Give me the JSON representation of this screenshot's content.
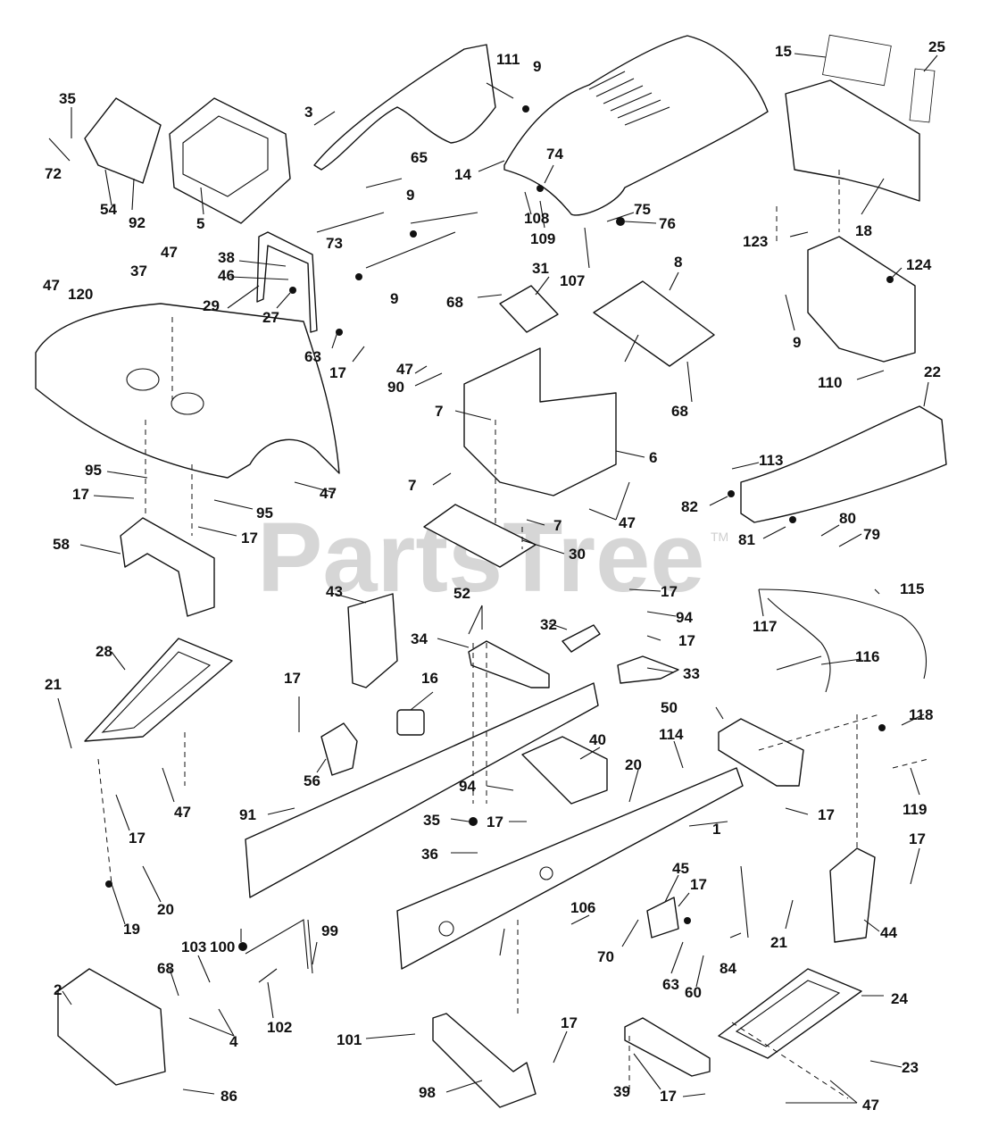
{
  "watermark": {
    "text": "PartsTree",
    "trademark": "TM"
  },
  "callouts": {
    "c1": "1",
    "c2": "2",
    "c3": "3",
    "c4": "4",
    "c5": "5",
    "c6": "6",
    "c7": "7",
    "c8": "8",
    "c9": "9",
    "c14": "14",
    "c15": "15",
    "c16": "16",
    "c17": "17",
    "c18": "18",
    "c19": "19",
    "c20": "20",
    "c21": "21",
    "c22": "22",
    "c23": "23",
    "c24": "24",
    "c25": "25",
    "c27": "27",
    "c28": "28",
    "c29": "29",
    "c30": "30",
    "c31": "31",
    "c32": "32",
    "c33": "33",
    "c34": "34",
    "c35": "35",
    "c36": "36",
    "c37": "37",
    "c38": "38",
    "c39": "39",
    "c40": "40",
    "c43": "43",
    "c44": "44",
    "c45": "45",
    "c46": "46",
    "c47": "47",
    "c50": "50",
    "c52": "52",
    "c54": "54",
    "c56": "56",
    "c58": "58",
    "c60": "60",
    "c63": "63",
    "c65": "65",
    "c68": "68",
    "c70": "70",
    "c72": "72",
    "c73": "73",
    "c74": "74",
    "c75": "75",
    "c76": "76",
    "c79": "79",
    "c80": "80",
    "c81": "81",
    "c82": "82",
    "c84": "84",
    "c86": "86",
    "c90": "90",
    "c91": "91",
    "c92": "92",
    "c94": "94",
    "c95": "95",
    "c98": "98",
    "c99": "99",
    "c100": "100",
    "c101": "101",
    "c102": "102",
    "c103": "103",
    "c106": "106",
    "c107": "107",
    "c108": "108",
    "c109": "109",
    "c110": "110",
    "c111": "111",
    "c113": "113",
    "c114": "114",
    "c115": "115",
    "c116": "116",
    "c117": "117",
    "c118": "118",
    "c119": "119",
    "c120": "120",
    "c123": "123",
    "c124": "124"
  }
}
